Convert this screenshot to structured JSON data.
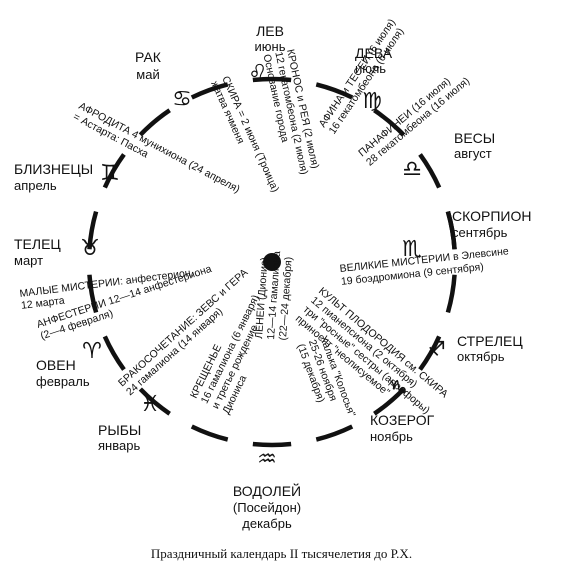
{
  "zodiac": [
    {
      "name": "ЛЕВ",
      "month": "июнь",
      "glyph": "♌",
      "icon": "leo-icon"
    },
    {
      "name": "ДЕВА",
      "month": "июль",
      "glyph": "♍",
      "icon": "virgo-icon"
    },
    {
      "name": "ВЕСЫ",
      "month": "август",
      "glyph": "♎",
      "icon": "libra-icon"
    },
    {
      "name": "СКОРПИОН",
      "month": "сентябрь",
      "glyph": "♏",
      "icon": "scorpio-icon"
    },
    {
      "name": "СТРЕЛЕЦ",
      "month": "октябрь",
      "glyph": "♐",
      "icon": "sagittarius-icon"
    },
    {
      "name": "КОЗЕРОГ",
      "month": "ноябрь",
      "glyph": "♑",
      "icon": "capricorn-icon"
    },
    {
      "name": "ВОДОЛЕЙ",
      "month": "декабрь",
      "extra": "(Посейдон)",
      "glyph": "♒",
      "icon": "aquarius-icon"
    },
    {
      "name": "РЫБЫ",
      "month": "январь",
      "glyph": "♓",
      "icon": "pisces-icon"
    },
    {
      "name": "ОВЕН",
      "month": "февраль",
      "glyph": "♈",
      "icon": "aries-icon"
    },
    {
      "name": "ТЕЛЕЦ",
      "month": "март",
      "glyph": "♉",
      "icon": "taurus-icon"
    },
    {
      "name": "БЛИЗНЕЦЫ",
      "month": "апрель",
      "glyph": "♊",
      "icon": "gemini-icon"
    },
    {
      "name": "РАК",
      "month": "май",
      "glyph": "♋",
      "icon": "cancer-icon"
    }
  ],
  "festivals": [
    [
      "СКИРА = 2 июня (Троица)",
      "жатва ячменя"
    ],
    [
      "КРОНОС и РЕЯ (2 июля)",
      "12 гекатомбеона (2 июля)",
      "Основание города"
    ],
    [
      "АФИНА и ТЕСЕЙ (6 июля)",
      "16 гекатомбеона (6 июля)"
    ],
    [
      "ПАНАФИНЕИ (16 июля)",
      "28 гекатомбеона (16 июля)"
    ],
    [
      "ВЕЛИКИЕ МИСТЕРИИ в Элевсине",
      "19 боэдромиона (9 сентября)"
    ],
    [
      "КУЛЬТ ПЛОДОРОДИЯ см. СКИРА",
      "12 пианепсиона (2 октября)",
      "три \"росные\" сестры (аррефоры)",
      "приносят \"неописуемое\""
    ],
    [
      "Халька \"Колосья\"",
      "25-26 ноября",
      "(15 декабря)"
    ],
    [
      "ЛЕНЕИ (Дионис)",
      "12—14 гамалиона",
      "(22—24 декабря)"
    ],
    [
      "КРЕЩЕНЬЕ",
      "16 гамалиона (6 января)",
      "и третье рождение",
      "Диониса"
    ],
    [
      "БРАКОСОЧЕТАНИЕ: ЗЕВС и ГЕРА",
      "24 гамалиона (14 января)"
    ],
    [
      "АНФЕСТЕРИИ 12—14 анфестериона",
      "(2—4 февраля)"
    ],
    [
      "МАЛЫЕ МИСТЕРИИ: анфестерион,",
      "12 марта"
    ],
    [
      "АФРОДИТА 4 мунихиона (24 апреля)",
      "= Астарта: Пасха"
    ]
  ],
  "caption": "Праздничный календарь II тысячелетия до Р.Х."
}
